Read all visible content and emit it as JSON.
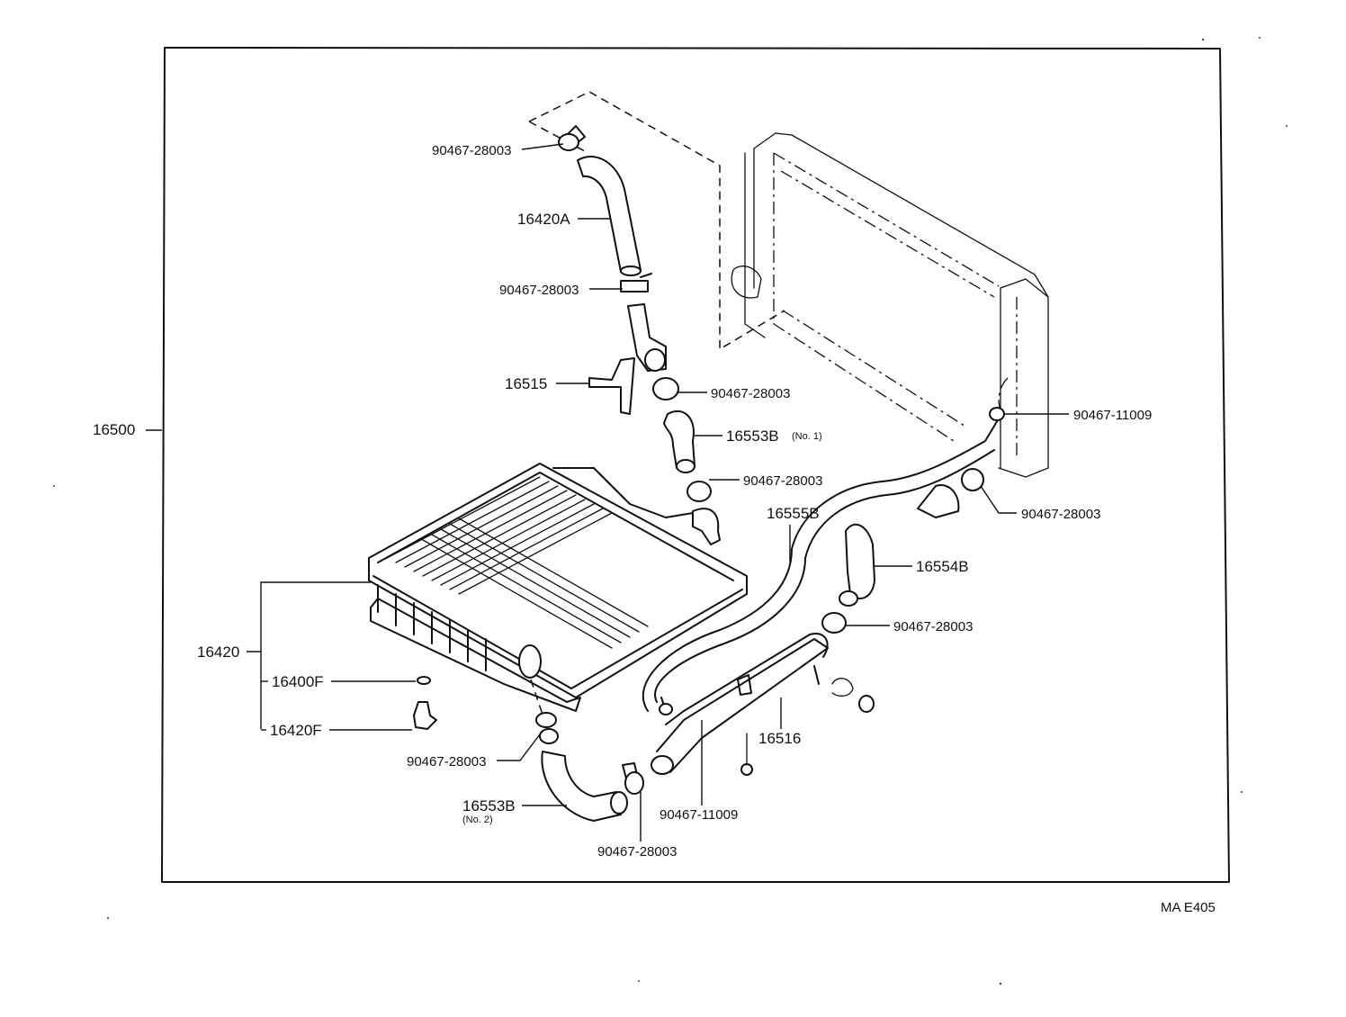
{
  "diagram": {
    "assembly_number": "16500",
    "footer_code": "MA  E405",
    "parts": {
      "hose_upper_clamp_top": "90467-28003",
      "hose_upper": "16420A",
      "hose_upper_clamp_bottom": "90467-28003",
      "bracket": "16515",
      "hose_no1_clamp_top": "90467-28003",
      "hose_no1": "16553B",
      "hose_no1_note": "(No. 1)",
      "hose_no1_clamp_bottom": "90467-28003",
      "pipe_clamp_right": "90467-11009",
      "hose_16554B_clamp_top": "90467-28003",
      "pipe_hose": "16555B",
      "hose_16554B": "16554B",
      "hose_16554B_clamp_bottom": "90467-28003",
      "radiator": "16420",
      "cap": "16400F",
      "drain_cock": "16420F",
      "hose_no2_clamp_top": "90467-28003",
      "hose_no2": "16553B",
      "hose_no2_note": "(No. 2)",
      "hose_no2_clamp_bottom": "90467-28003",
      "pipe_clamp_lower": "90467-11009",
      "water_pipe": "16516"
    }
  }
}
